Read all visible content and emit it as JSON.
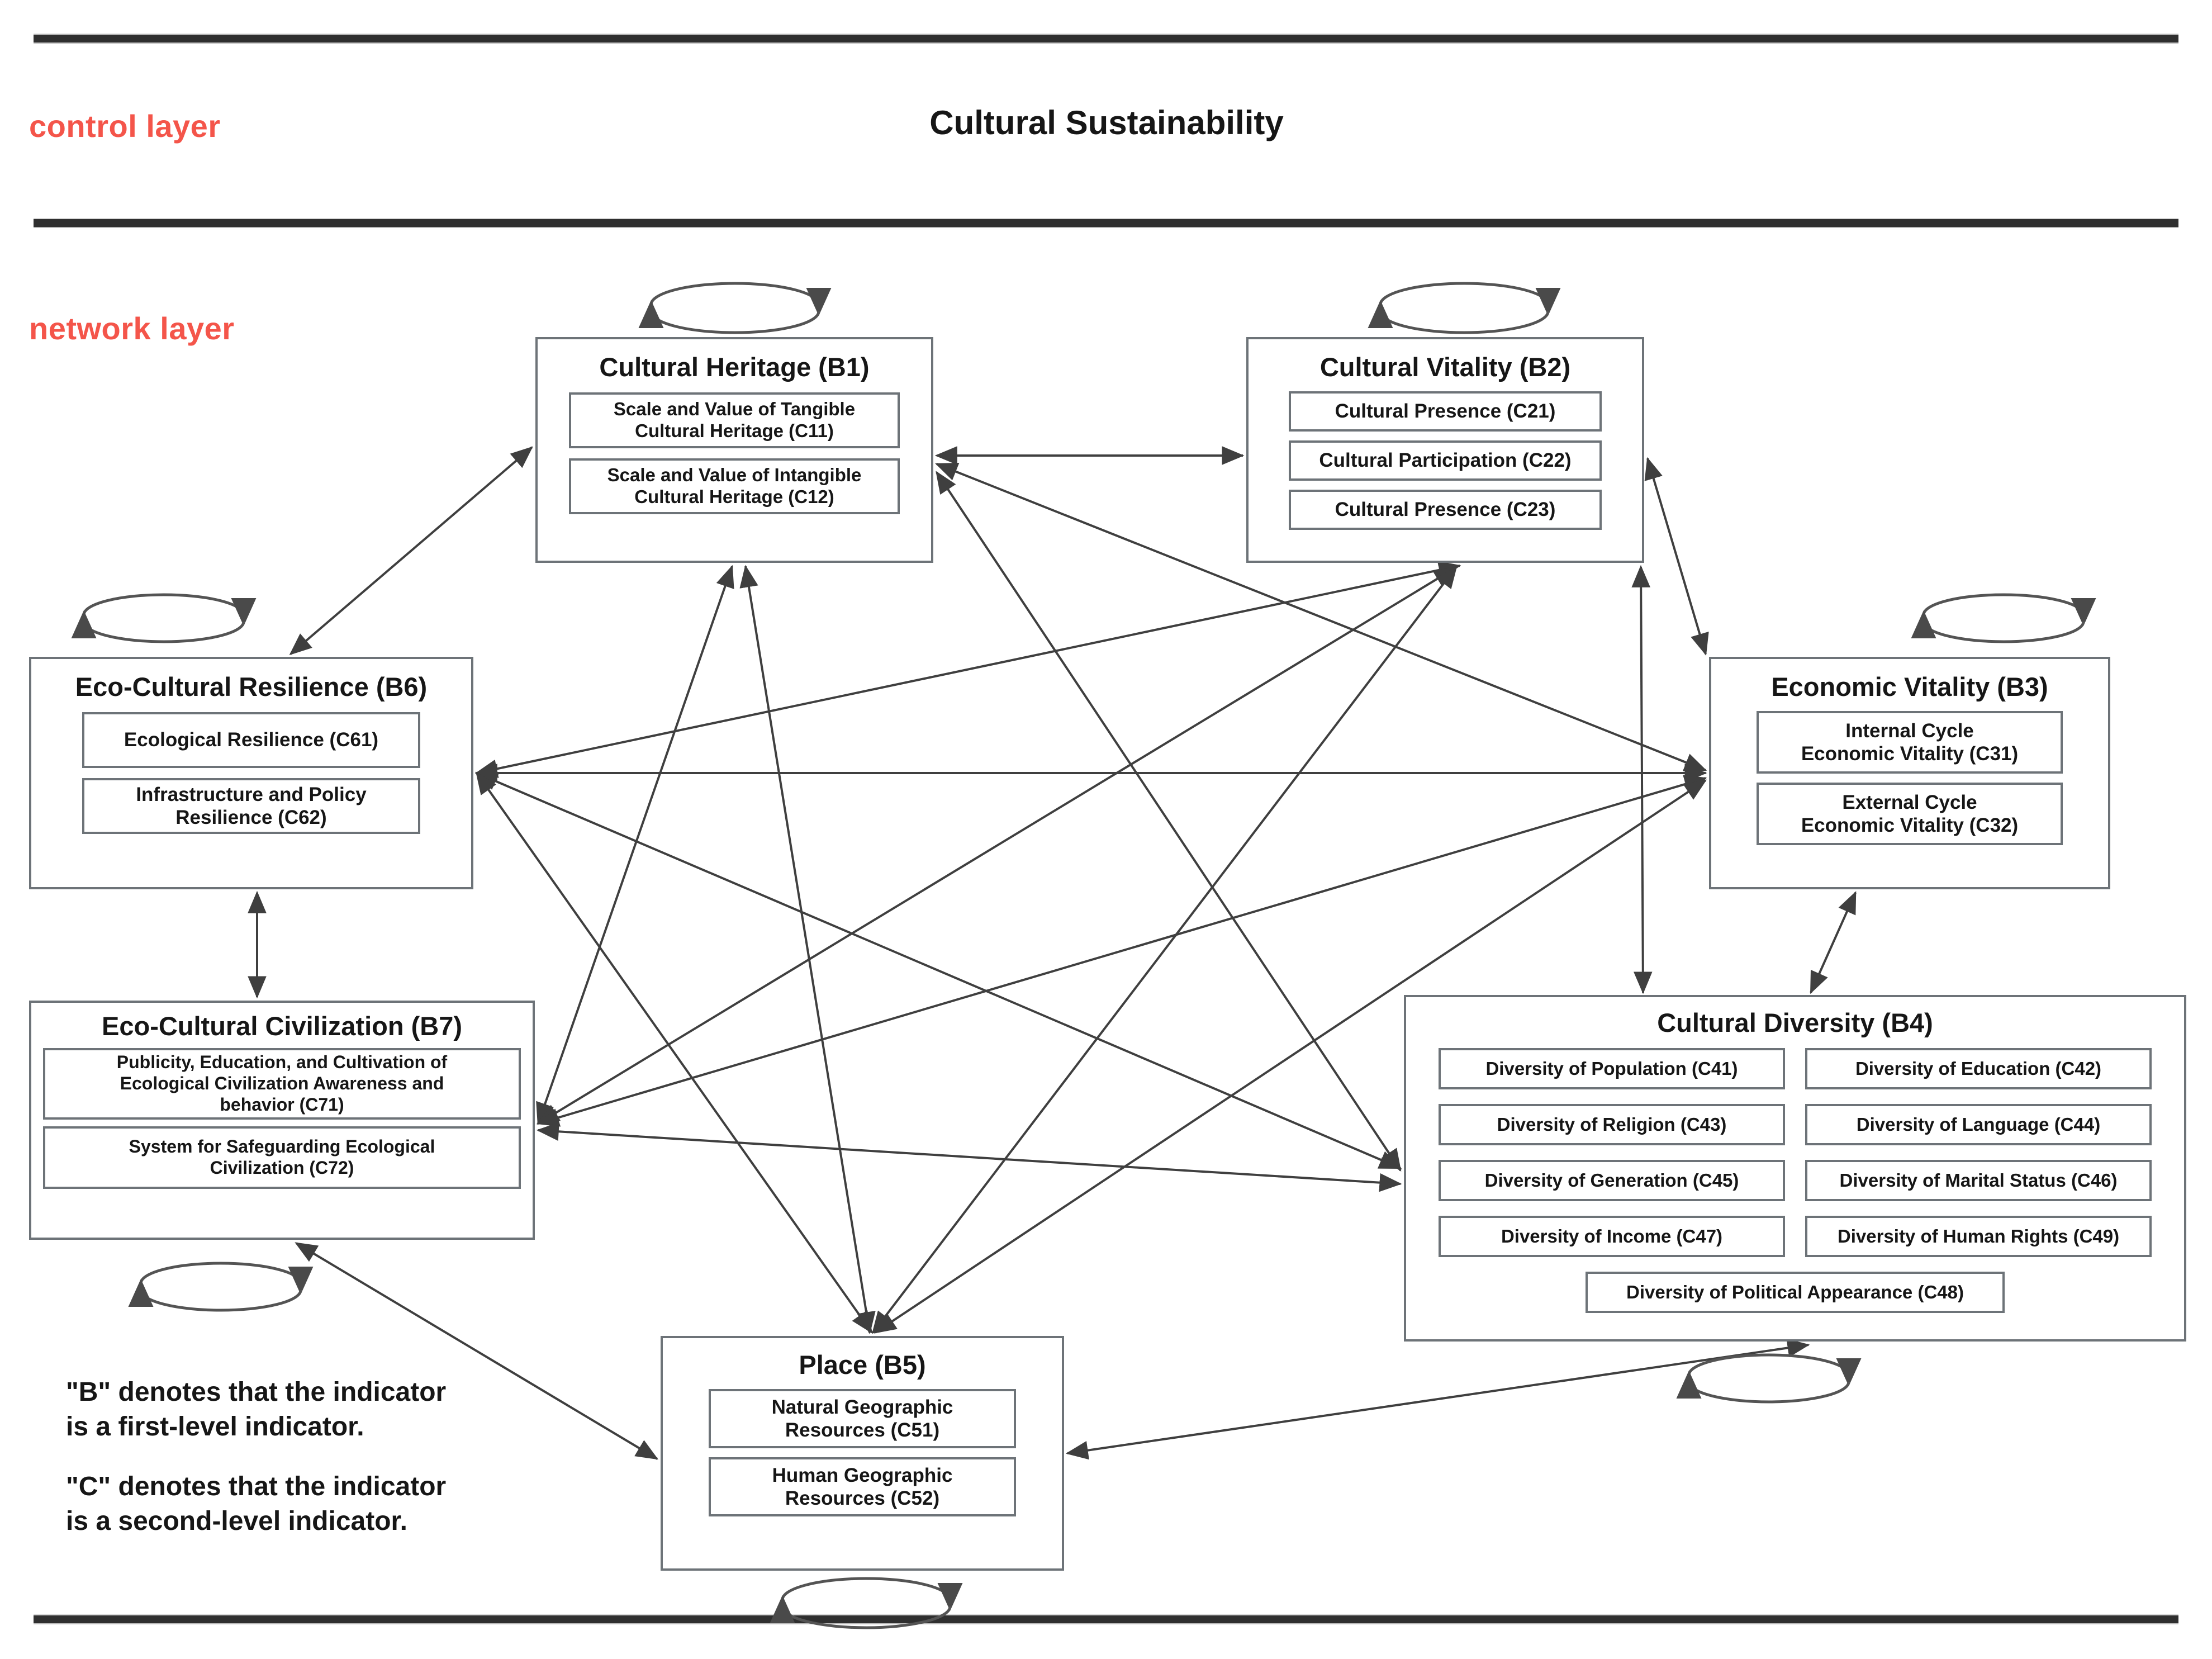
{
  "layers": {
    "control_label": "control layer",
    "network_label": "network layer"
  },
  "goal": {
    "title": "Cultural Sustainability"
  },
  "legend": {
    "line_b": "\"B\" denotes that the indicator is a first-level indicator.",
    "line_c": "\"C\" denotes that the indicator is a second-level indicator."
  },
  "clusters": {
    "B1": {
      "title": "Cultural Heritage (B1)",
      "criteria": [
        "Scale and Value of Tangible\nCultural Heritage  (C11)",
        "Scale and Value of Intangible\nCultural Heritage (C12)"
      ]
    },
    "B2": {
      "title": "Cultural Vitality (B2)",
      "criteria": [
        "Cultural Presence (C21)",
        "Cultural Participation (C22)",
        "Cultural Presence  (C23)"
      ]
    },
    "B3": {
      "title": "Economic Vitality (B3)",
      "criteria": [
        "Internal Cycle\nEconomic Vitality  (C31)",
        "External Cycle\nEconomic Vitality  (C32)"
      ]
    },
    "B4": {
      "title": "Cultural Diversity (B4)",
      "criteria": [
        "Diversity of Population (C41)",
        "Diversity of Education (C42)",
        "Diversity of Religion (C43)",
        "Diversity of Language (C44)",
        "Diversity of Generation (C45)",
        "Diversity of Marital Status (C46)",
        "Diversity of Income (C47)",
        "Diversity of Human Rights (C49)"
      ],
      "wide_criterion": "Diversity of Political Appearance (C48)"
    },
    "B5": {
      "title": "Place (B5)",
      "criteria": [
        "Natural Geographic\nResources (C51)",
        "Human Geographic\nResources (C52)"
      ]
    },
    "B6": {
      "title": "Eco-Cultural Resilience (B6)",
      "criteria": [
        "Ecological Resilience (C61)",
        "Infrastructure and Policy\nResilience  (C62)"
      ]
    },
    "B7": {
      "title": "Eco-Cultural Civilization (B7)",
      "criteria": [
        "Publicity, Education, and Cultivation of\nEcological Civilization Awareness and\nbehavior (C71)",
        "System for Safeguarding Ecological\nCivilization  (C72)"
      ]
    }
  },
  "colors": {
    "layer_label": "#f4554a",
    "rule": "#2f2f2f",
    "box_border": "#6d7378",
    "wire": "#3f3f3f",
    "text": "#161616"
  },
  "network": {
    "self_loops": [
      "B1",
      "B2",
      "B3",
      "B4",
      "B5",
      "B6",
      "B7"
    ],
    "edges": [
      "B1<->B2",
      "B1<->B6",
      "B1<->B3",
      "B1<->B4",
      "B1<->B5",
      "B1<->B7",
      "B2<->B3",
      "B2<->B6",
      "B2<->B5",
      "B2<->B7",
      "B3<->B6",
      "B3<->B4",
      "B3<->B5",
      "B3<->B7",
      "B4<->B5",
      "B4<->B7",
      "B5<->B6",
      "B5<->B7",
      "B6<->B7"
    ]
  }
}
